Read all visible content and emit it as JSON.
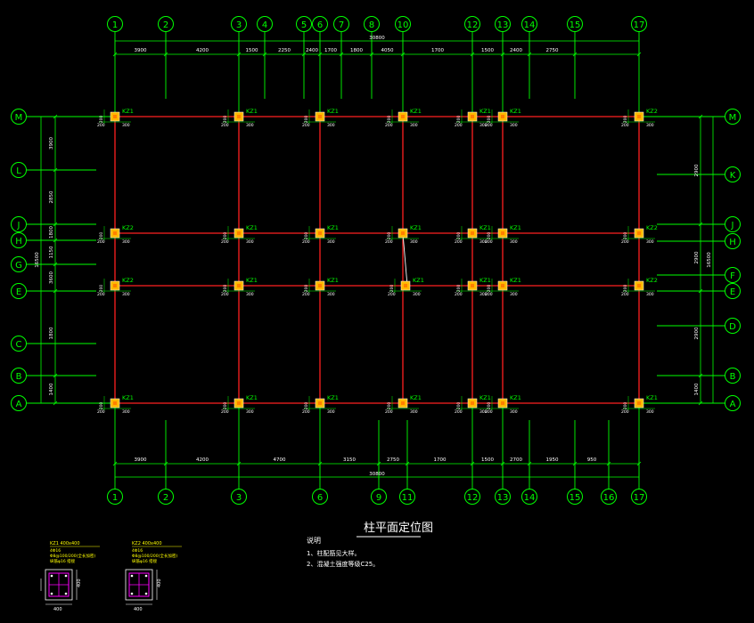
{
  "colors": {
    "axis": "#00ff00",
    "beam": "#ff2020",
    "column_fill": "#ffb800",
    "column_core": "#ff8000",
    "dim": "#ffffff",
    "label": "#00ff00",
    "note": "#ffffff",
    "detail_text": "#ffff00",
    "detail_box": "#ff00ff"
  },
  "grid": {
    "top_axes": [
      "1",
      "2",
      "3",
      "4",
      "5",
      "6",
      "7",
      "8",
      "10",
      "12",
      "13",
      "14",
      "15",
      "17"
    ],
    "bottom_axes": [
      "1",
      "2",
      "3",
      "6",
      "9",
      "11",
      "12",
      "13",
      "14",
      "15",
      "16",
      "17"
    ],
    "left_axes": [
      "M",
      "L",
      "J",
      "H",
      "G",
      "E",
      "C",
      "B",
      "A"
    ],
    "right_axes": [
      "M",
      "K",
      "J",
      "H",
      "F",
      "E",
      "D",
      "B",
      "A"
    ]
  },
  "dimensions": {
    "top_segments": [
      "3900",
      "4200",
      "1500",
      "2250",
      "2400",
      "1700",
      "1800",
      "4050",
      "1700",
      "1500",
      "2400",
      "2750"
    ],
    "top_total": "30800",
    "bottom_segments": [
      "3900",
      "4200",
      "4700",
      "3150",
      "2750",
      "1700",
      "1500",
      "2700",
      "1950",
      "950"
    ],
    "bottom_total": "30800",
    "left_segments": [
      "3900",
      "2850",
      "1800",
      "1150",
      "3600",
      "1800",
      "1400"
    ],
    "left_total": "16500",
    "right_segments": [
      "2900",
      "2900",
      "2900",
      "1400"
    ],
    "right_total": "16500"
  },
  "columns": {
    "labels": {
      "row_M": [
        "KZ1",
        "KZ1",
        "KZ1",
        "KZ1",
        "KZ1",
        "KZ1",
        "KZ2"
      ],
      "row_J": [
        "KZ2",
        "KZ1",
        "KZ1",
        "KZ1",
        "KZ1",
        "KZ1",
        "KZ2"
      ],
      "row_E": [
        "KZ2",
        "KZ1",
        "KZ1",
        "KZ1",
        "KZ1",
        "KZ1",
        "KZ2"
      ],
      "row_A": [
        "KZ1",
        "KZ1",
        "KZ1",
        "KZ1",
        "KZ1",
        "KZ1",
        "KZ1"
      ]
    },
    "offset_a": "200",
    "offset_b": "300"
  },
  "drawing_title": "柱平面定位图",
  "notes": {
    "heading": "说明",
    "items": [
      "1、柱配筋见大样。",
      "2、混凝土强度等级C25。"
    ]
  },
  "details": [
    {
      "mark": "KZ1 400x400",
      "lines": [
        "4Φ16",
        "Φ8@100/200(全长加密)",
        "纵筋φ16 搭接"
      ],
      "size_h": "400",
      "size_w": "400"
    },
    {
      "mark": "KZ2 400x400",
      "lines": [
        "4Φ16",
        "Φ8@100/200(全长加密)",
        "纵筋φ16 搭接"
      ],
      "size_h": "400",
      "size_w": "400"
    }
  ]
}
